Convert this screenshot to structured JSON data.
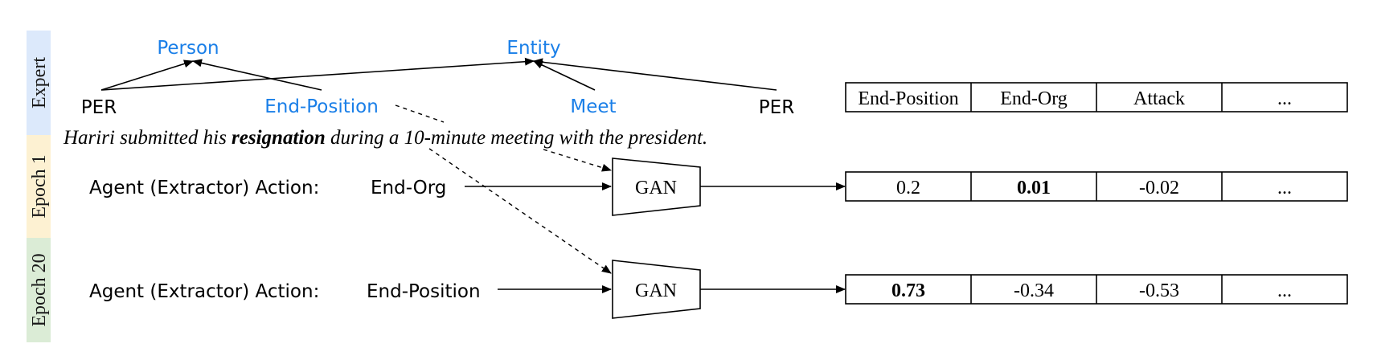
{
  "side_labels": {
    "expert": "Expert",
    "epoch1": "Epoch 1",
    "epoch20": "Epoch 20"
  },
  "colors": {
    "expert_band": "#dce9fb",
    "epoch1_band": "#fdf1d2",
    "epoch20_band": "#dbecd6",
    "type_label": "#1a7fe8"
  },
  "expert_tree": {
    "types": [
      "Person",
      "Entity"
    ],
    "nodes": [
      "PER",
      "End-Position",
      "Meet",
      "PER"
    ]
  },
  "sentence": {
    "before": "Hariri submitted his ",
    "trigger": "resignation",
    "after": " during a 10-minute meeting with the president."
  },
  "expert_row": {
    "cells": [
      "End-Position",
      "End-Org",
      "Attack",
      "..."
    ]
  },
  "epoch1": {
    "prefix": "Agent (Extractor) Action:",
    "action": "End-Org",
    "gan_label": "GAN",
    "cells": [
      "0.2",
      "0.01",
      "-0.02",
      "..."
    ]
  },
  "epoch20": {
    "prefix": "Agent (Extractor) Action:",
    "action": "End-Position",
    "gan_label": "GAN",
    "cells": [
      "0.73",
      "-0.34",
      "-0.53",
      "..."
    ]
  }
}
